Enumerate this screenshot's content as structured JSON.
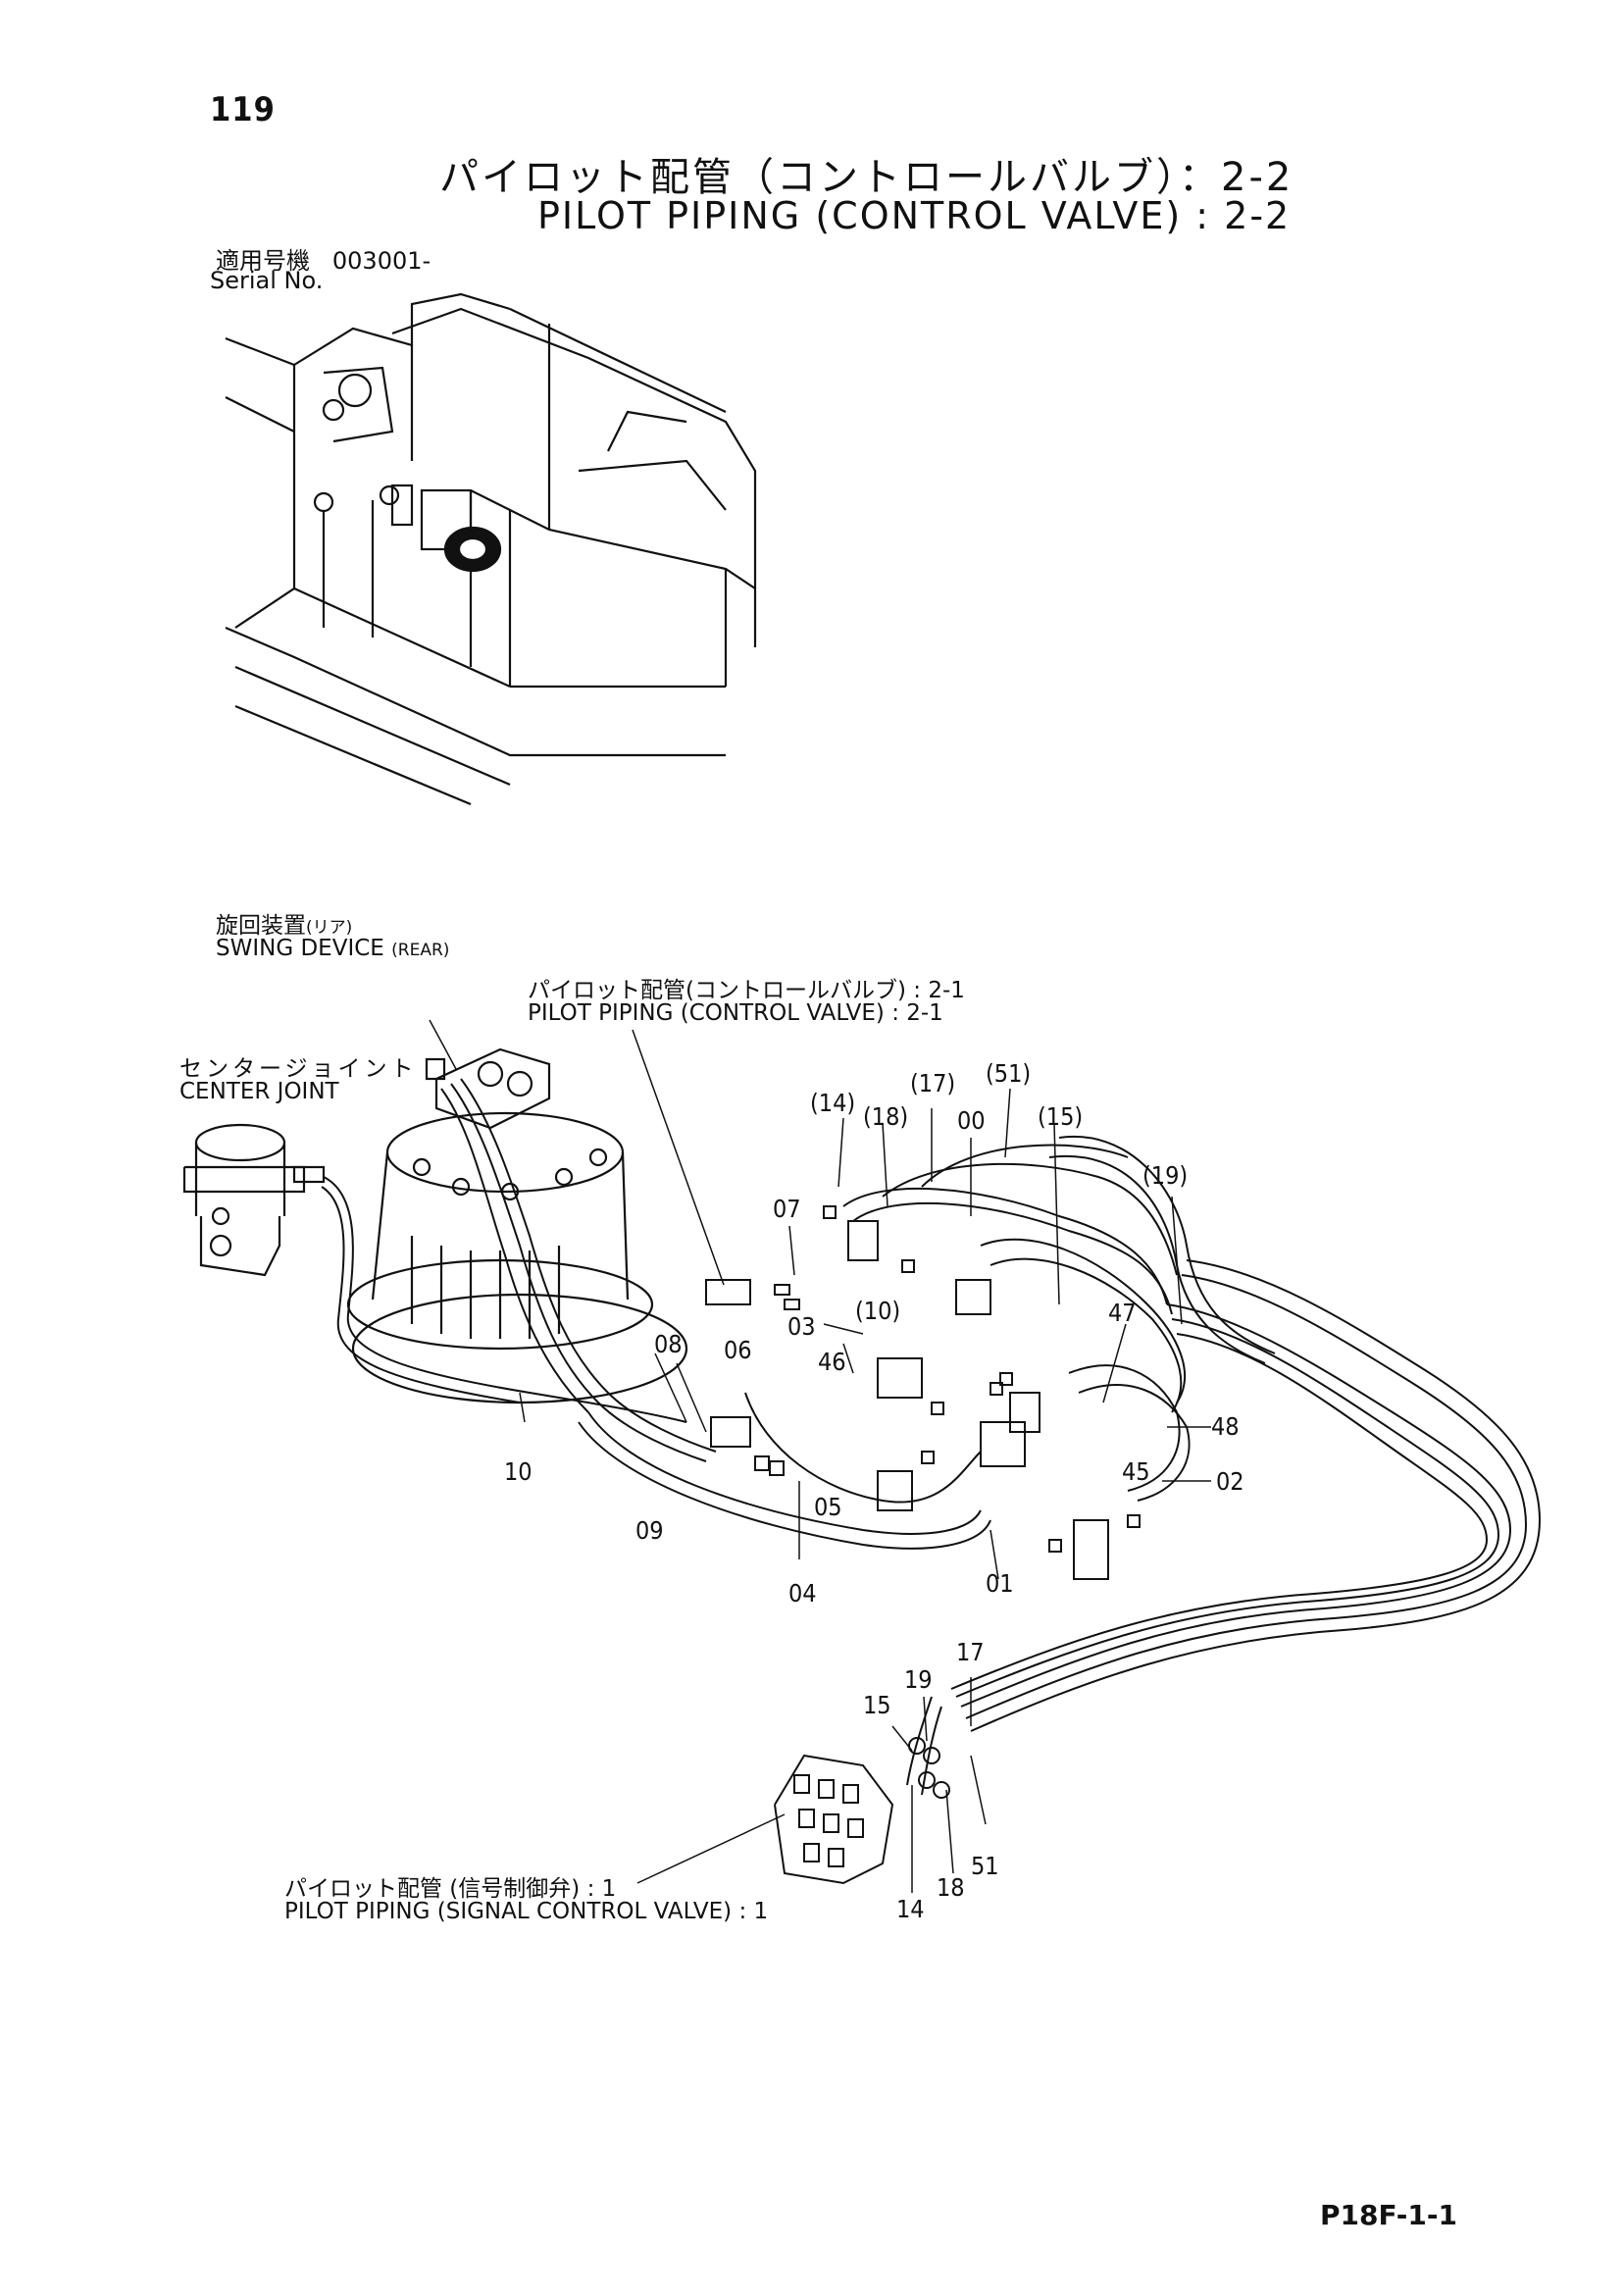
{
  "page_number": "119",
  "title": {
    "jp": "パイロット配管（コントロールバルブ）：2-2",
    "en": "PILOT PIPING (CONTROL VALVE) : 2-2"
  },
  "serial": {
    "jp_label": "適用号機",
    "value": "003001-",
    "en_label": "Serial No."
  },
  "callouts": {
    "swing_jp": "旋回装置",
    "swing_jp_sub": "(リア)",
    "swing_en": "SWING DEVICE",
    "swing_en_sub": "(REAR)",
    "ref1_jp": "パイロット配管(コントロールバルブ) : 2-1",
    "ref1_en": "PILOT PIPING (CONTROL VALVE) : 2-1",
    "center_jp": "センタージョイント",
    "center_en": "CENTER JOINT",
    "ref2_jp": "パイロット配管 (信号制御弁) : 1",
    "ref2_en": "PILOT PIPING (SIGNAL CONTROL VALVE) : 1"
  },
  "part_numbers": {
    "p14a": "(14)",
    "p18a": "(18)",
    "p17a": "(17)",
    "p00": "00",
    "p51a": "(51)",
    "p15a": "(15)",
    "p19a": "(19)",
    "p07": "07",
    "p10a": "(10)",
    "p03": "03",
    "p06": "06",
    "p46": "46",
    "p08": "08",
    "p47": "47",
    "p48": "48",
    "p45": "45",
    "p02": "02",
    "p10": "10",
    "p09": "09",
    "p05": "05",
    "p04": "04",
    "p01": "01",
    "p17": "17",
    "p19": "19",
    "p15": "15",
    "p14": "14",
    "p18": "18",
    "p51": "51"
  },
  "drawing_code": "P18F-1-1"
}
